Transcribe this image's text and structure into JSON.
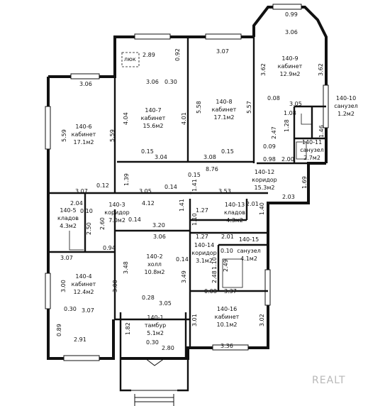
{
  "rooms": [
    {
      "id": "140-1",
      "name": "тамбур",
      "area": "5.1м2"
    },
    {
      "id": "140-2",
      "name": "холл",
      "area": "10.8м2"
    },
    {
      "id": "140-3",
      "name": "коридор",
      "area": "7.0м2"
    },
    {
      "id": "140-4",
      "name": "кабинет",
      "area": "12.4м2"
    },
    {
      "id": "140-5",
      "name": "кладов",
      "area": "4.3м2"
    },
    {
      "id": "140-6",
      "name": "кабинет",
      "area": "17.1м2"
    },
    {
      "id": "140-7",
      "name": "кабинет",
      "area": "15.6м2"
    },
    {
      "id": "140-8",
      "name": "кабинет",
      "area": "17.1м2"
    },
    {
      "id": "140-9",
      "name": "кабинет",
      "area": "12.9м2"
    },
    {
      "id": "140-10",
      "name": "санузел",
      "area": "1.2м2"
    },
    {
      "id": "140-11",
      "name": "санузел",
      "area": "2.7м2"
    },
    {
      "id": "140-12",
      "name": "коридор",
      "area": "15.3м2"
    },
    {
      "id": "140-13",
      "name": "кладов",
      "area": "4.3м2"
    },
    {
      "id": "140-14",
      "name": "коридор",
      "area": "3.1м2"
    },
    {
      "id": "140-15",
      "name": "санузел",
      "area": "4.1м2"
    },
    {
      "id": "140-16",
      "name": "кабинет",
      "area": "10.1м2"
    }
  ],
  "hatch_label": "люк",
  "dims": [
    "0.99",
    "3.06",
    "2.89",
    "0.92",
    "3.07",
    "3.62",
    "3.62",
    "3.06",
    "3.06",
    "0.30",
    "5.59",
    "5.59",
    "4.04",
    "4.01",
    "5.58",
    "5.57",
    "0.08",
    "3.05",
    "1.08",
    "1.28",
    "2.47",
    "1.46",
    "0.09",
    "0.98",
    "2.00",
    "0.15",
    "3.04",
    "3.08",
    "0.15",
    "8.76",
    "0.12",
    "3.07",
    "1.39",
    "3.05",
    "0.14",
    "0.15",
    "1.41",
    "3.53",
    "1.69",
    "2.03",
    "2.04",
    "0.10",
    "4.12",
    "1.41",
    "1.27",
    "2.01",
    "1.40",
    "2.60",
    "2.50",
    "0.14",
    "3.20",
    "1.10",
    "3.07",
    "0.94",
    "3.06",
    "1.27",
    "2.01",
    "3.48",
    "0.14",
    "0.10",
    "2.49",
    "2.48",
    "1.10",
    "3.49",
    "3.00",
    "3.00",
    "0.28",
    "0.08",
    "3.37",
    "3.05",
    "0.30",
    "3.07",
    "3.01",
    "3.02",
    "1.82",
    "0.89",
    "2.91",
    "0.30",
    "2.80",
    "3.36"
  ],
  "watermark": "REALT"
}
